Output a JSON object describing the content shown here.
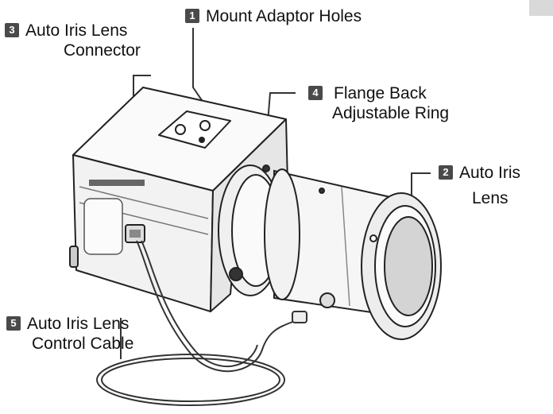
{
  "callouts": [
    {
      "number": "1",
      "lines": [
        "Mount Adaptor Holes"
      ]
    },
    {
      "number": "2",
      "lines": [
        "Auto Iris",
        "Lens"
      ]
    },
    {
      "number": "3",
      "lines": [
        "Auto Iris Lens",
        "Connector"
      ]
    },
    {
      "number": "4",
      "lines": [
        "Flange Back",
        "Adjustable Ring"
      ]
    },
    {
      "number": "5",
      "lines": [
        "Auto Iris Lens",
        "Control Cable"
      ]
    }
  ],
  "colors": {
    "badge": "#4a4a4a",
    "line": "#333333",
    "camera_body": "#f4f4f4",
    "outline": "#222222"
  }
}
